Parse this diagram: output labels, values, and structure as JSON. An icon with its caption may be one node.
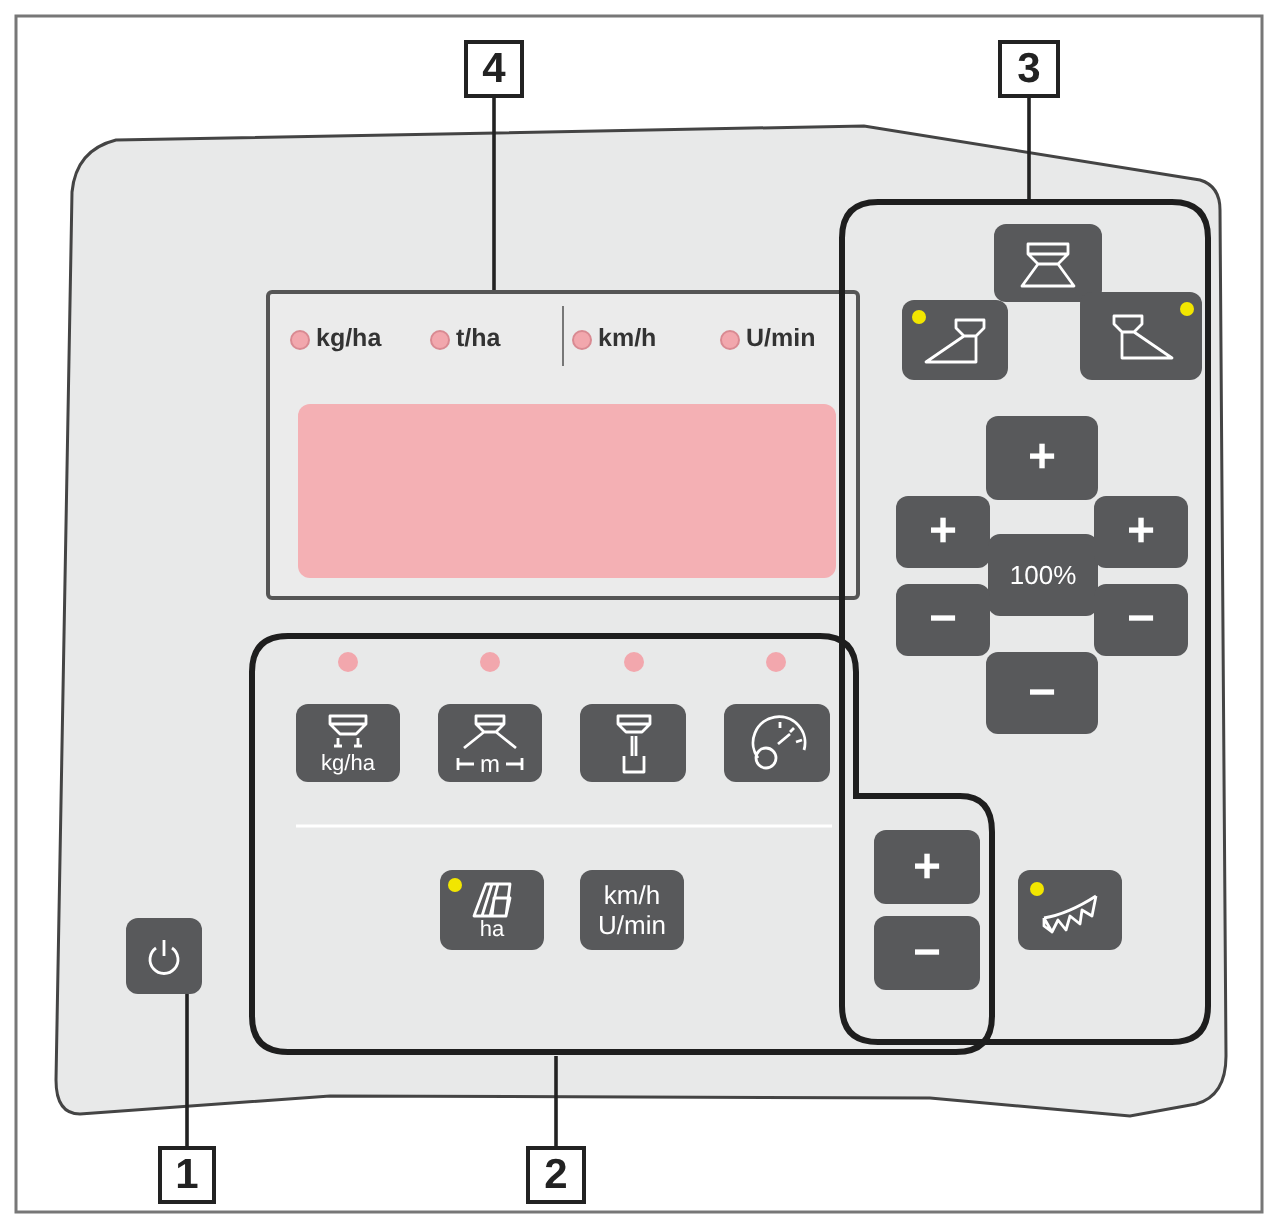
{
  "diagram": {
    "nodes": [
      {
        "text": [
          "4"
        ]
      },
      {
        "text": [
          "3"
        ]
      },
      {
        "text": [
          "kg/ha",
          "t/ha",
          "km/h",
          "U/min"
        ]
      },
      {
        "text": [],
        "shape": "box"
      },
      {
        "text": [],
        "shape": "box",
        "in": 3
      },
      {
        "text": [],
        "shape": "box",
        "in": 3
      },
      {
        "text": [],
        "shape": "box",
        "in": 3
      },
      {
        "text": [
          "+"
        ],
        "in": 3
      },
      {
        "text": [
          "+"
        ],
        "in": 3
      },
      {
        "text": [
          "100%"
        ],
        "in": 3
      },
      {
        "text": [
          "+"
        ],
        "in": 3
      },
      {
        "text": [
          "−"
        ],
        "in": 3
      },
      {
        "text": [
          "−"
        ],
        "in": 3
      },
      {
        "text": [
          "−"
        ],
        "in": 3
      },
      {
        "text": [],
        "shape": "box",
        "in": 3
      },
      {
        "text": [],
        "shape": "box"
      },
      {
        "text": [
          "kg/ha"
        ],
        "in": 15
      },
      {
        "text": [
          "m"
        ],
        "in": 15
      },
      {
        "text": [],
        "shape": "box",
        "in": 15
      },
      {
        "text": [],
        "shape": "box",
        "in": 15
      },
      {
        "text": [
          "ha"
        ],
        "in": 15
      },
      {
        "text": [
          "km/h U/min"
        ],
        "in": 15
      },
      {
        "text": [
          "+"
        ]
      },
      {
        "text": [
          "−"
        ]
      },
      {
        "text": [],
        "shape": "box"
      },
      {
        "text": [
          "1"
        ]
      },
      {
        "text": [
          "2"
        ]
      },
      {
        "text": [],
        "shape": "box",
        "in": 2
      }
    ],
    "edges": [
      {
        "from": 0,
        "to": 2,
        "arrow": "none"
      },
      {
        "from": 1,
        "to": 3,
        "arrow": "none"
      },
      {
        "from": 25,
        "to": 24,
        "arrow": "none"
      },
      {
        "from": 26,
        "to": 15,
        "arrow": "none"
      }
    ]
  }
}
